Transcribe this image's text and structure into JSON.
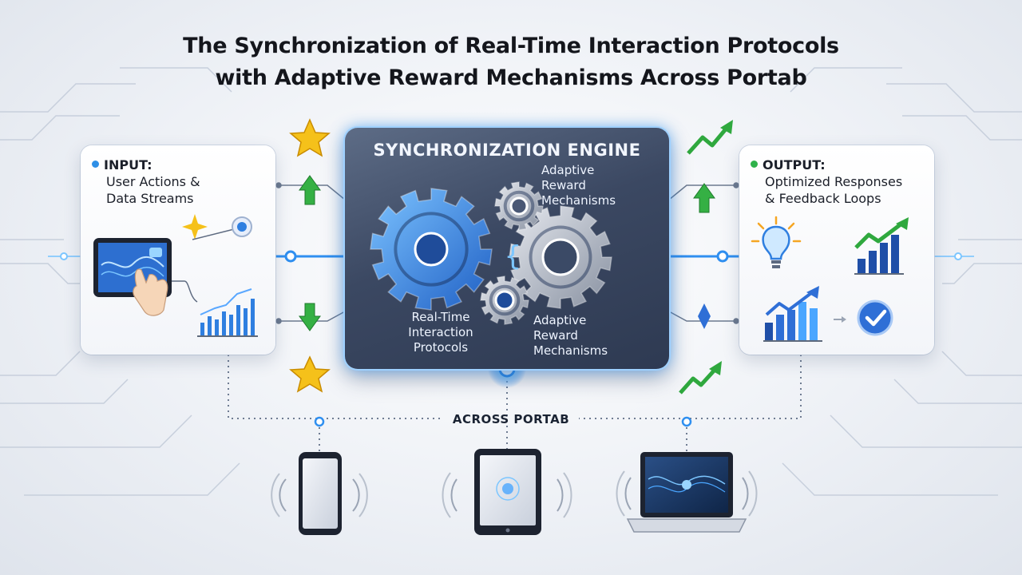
{
  "title": {
    "line1": "The Synchronization of Real-Time Interaction Protocols",
    "line2": "with Adaptive Reward Mechanisms Across Portab"
  },
  "input_card": {
    "label": "INPUT:",
    "line1": "User Actions &",
    "line2": "Data Streams",
    "dot_color": "#2e8fe6"
  },
  "output_card": {
    "label": "OUTPUT:",
    "line1": "Optimized Responses",
    "line2": "& Feedback Loops",
    "dot_color": "#2fb24a"
  },
  "engine": {
    "title": "SYNCHRONIZATION ENGINE",
    "top_right": [
      "Adaptive",
      "Reward",
      "Mechanisms"
    ],
    "bottom_left": [
      "Real-Time",
      "Interaction",
      "Protocols"
    ],
    "bottom_right": [
      "Adaptive",
      "Reward",
      "Mechanisms"
    ],
    "accent_color": "#3a8ff0"
  },
  "across_label": "ACROSS PORTAB",
  "colors": {
    "accent_blue": "#2f7fe0",
    "arrow_green": "#2fa83e",
    "star_yellow": "#f5c11a"
  },
  "icons": {
    "input": [
      "tablet-touch-icon",
      "chart-bars-icon",
      "sparkle-icon",
      "node-icon"
    ],
    "output": [
      "lightbulb-icon",
      "growth-chart-icon",
      "bar-chart-icon",
      "checkmark-icon"
    ],
    "devices": [
      "smartphone-icon",
      "tablet-icon",
      "laptop-icon"
    ]
  }
}
